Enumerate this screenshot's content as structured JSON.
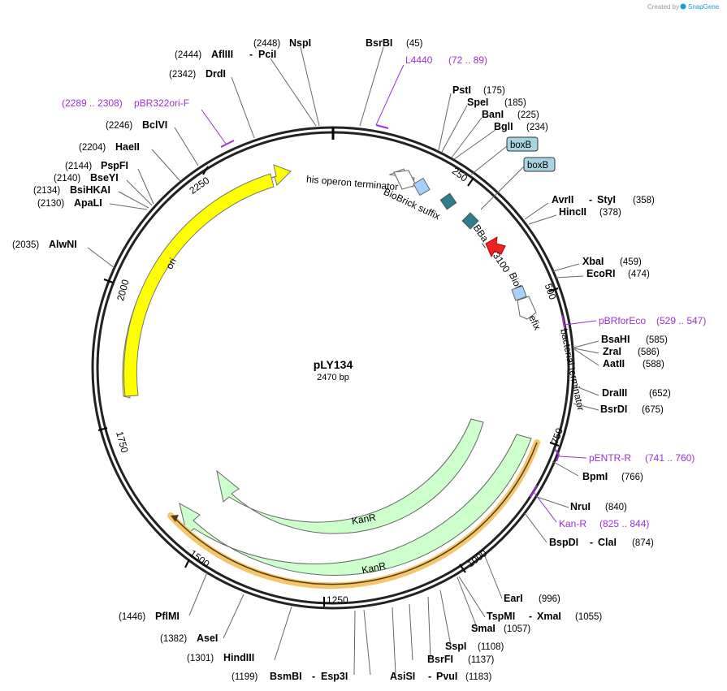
{
  "brand": {
    "created_by": "Created by",
    "app": "SnapGene"
  },
  "map": {
    "name": "pLY134",
    "length_label": "2470 bp"
  },
  "ticks": [
    "250",
    "500",
    "750",
    "1000",
    "1250",
    "1500",
    "1750",
    "2000",
    "2250"
  ],
  "sites": [
    {
      "pos": "(2448)",
      "name": "NspI"
    },
    {
      "pos": "(2444)",
      "name": "AflIII",
      "name2": "PciI"
    },
    {
      "pos": "(2342)",
      "name": "DrdI"
    },
    {
      "pos": "(2246)",
      "name": "BclVI"
    },
    {
      "pos": "(2204)",
      "name": "HaeII"
    },
    {
      "pos": "(2144)",
      "name": "PspFI"
    },
    {
      "pos": "(2140)",
      "name": "BseYI"
    },
    {
      "pos": "(2134)",
      "name": "BsiHKAI"
    },
    {
      "pos": "(2130)",
      "name": "ApaLI"
    },
    {
      "pos": "(2035)",
      "name": "AlwNI"
    },
    {
      "pos": "(45)",
      "name": "BsrBI"
    },
    {
      "pos": "(175)",
      "name": "PstI"
    },
    {
      "pos": "(185)",
      "name": "SpeI"
    },
    {
      "pos": "(225)",
      "name": "BanI"
    },
    {
      "pos": "(234)",
      "name": "BglI"
    },
    {
      "pos": "(358)",
      "name": "AvrII",
      "name2": "StyI"
    },
    {
      "pos": "(378)",
      "name": "HincII"
    },
    {
      "pos": "(459)",
      "name": "XbaI"
    },
    {
      "pos": "(474)",
      "name": "EcoRI"
    },
    {
      "pos": "(585)",
      "name": "BsaHI"
    },
    {
      "pos": "(586)",
      "name": "ZraI"
    },
    {
      "pos": "(588)",
      "name": "AatII"
    },
    {
      "pos": "(652)",
      "name": "DraIII"
    },
    {
      "pos": "(675)",
      "name": "BsrDI"
    },
    {
      "pos": "(766)",
      "name": "BpmI"
    },
    {
      "pos": "(840)",
      "name": "NruI"
    },
    {
      "pos": "(874)",
      "name": "BspDI",
      "name2": "ClaI"
    },
    {
      "pos": "(996)",
      "name": "EarI"
    },
    {
      "pos": "(1055)",
      "name": "TspMI",
      "name2": "XmaI"
    },
    {
      "pos": "(1057)",
      "name": "SmaI"
    },
    {
      "pos": "(1108)",
      "name": "SspI"
    },
    {
      "pos": "(1137)",
      "name": "BsrFI"
    },
    {
      "pos": "(1183)",
      "name": "AsiSI",
      "name2": "PvuI"
    },
    {
      "pos": "(1199)",
      "name": "BsmBI",
      "name2": "Esp3I"
    },
    {
      "pos": "(1301)",
      "name": "HindIII"
    },
    {
      "pos": "(1382)",
      "name": "AseI"
    },
    {
      "pos": "(1446)",
      "name": "PflMI"
    }
  ],
  "primers": [
    {
      "name": "L4440",
      "range": "(72 .. 89)"
    },
    {
      "name": "pBR322ori-F",
      "range": "(2289 .. 2308)"
    },
    {
      "name": "pBRforEco",
      "range": "(529 .. 547)"
    },
    {
      "name": "pENTR-R",
      "range": "(741 .. 760)"
    },
    {
      "name": "Kan-R",
      "range": "(825 .. 844)"
    }
  ],
  "features": {
    "ori": "ori",
    "his_term": "his operon terminator",
    "bb_suffix": "BioBrick suffix",
    "bba": "BBa_J23100",
    "bb_prefix": "BioBrick prefix",
    "bact_term": "bacterial terminator",
    "kanr1": "KanR",
    "kanr2": "KanR",
    "boxB1": "boxB",
    "boxB2": "boxB"
  },
  "colors": {
    "ori": "#ffff00",
    "kanr": "#ccffcc",
    "promoter": "#ee2222",
    "terminator_box": "#a8d0ff",
    "biobrick": "#2e7d8c",
    "primer": "#9b30d9",
    "orf": "#f5c56a"
  }
}
